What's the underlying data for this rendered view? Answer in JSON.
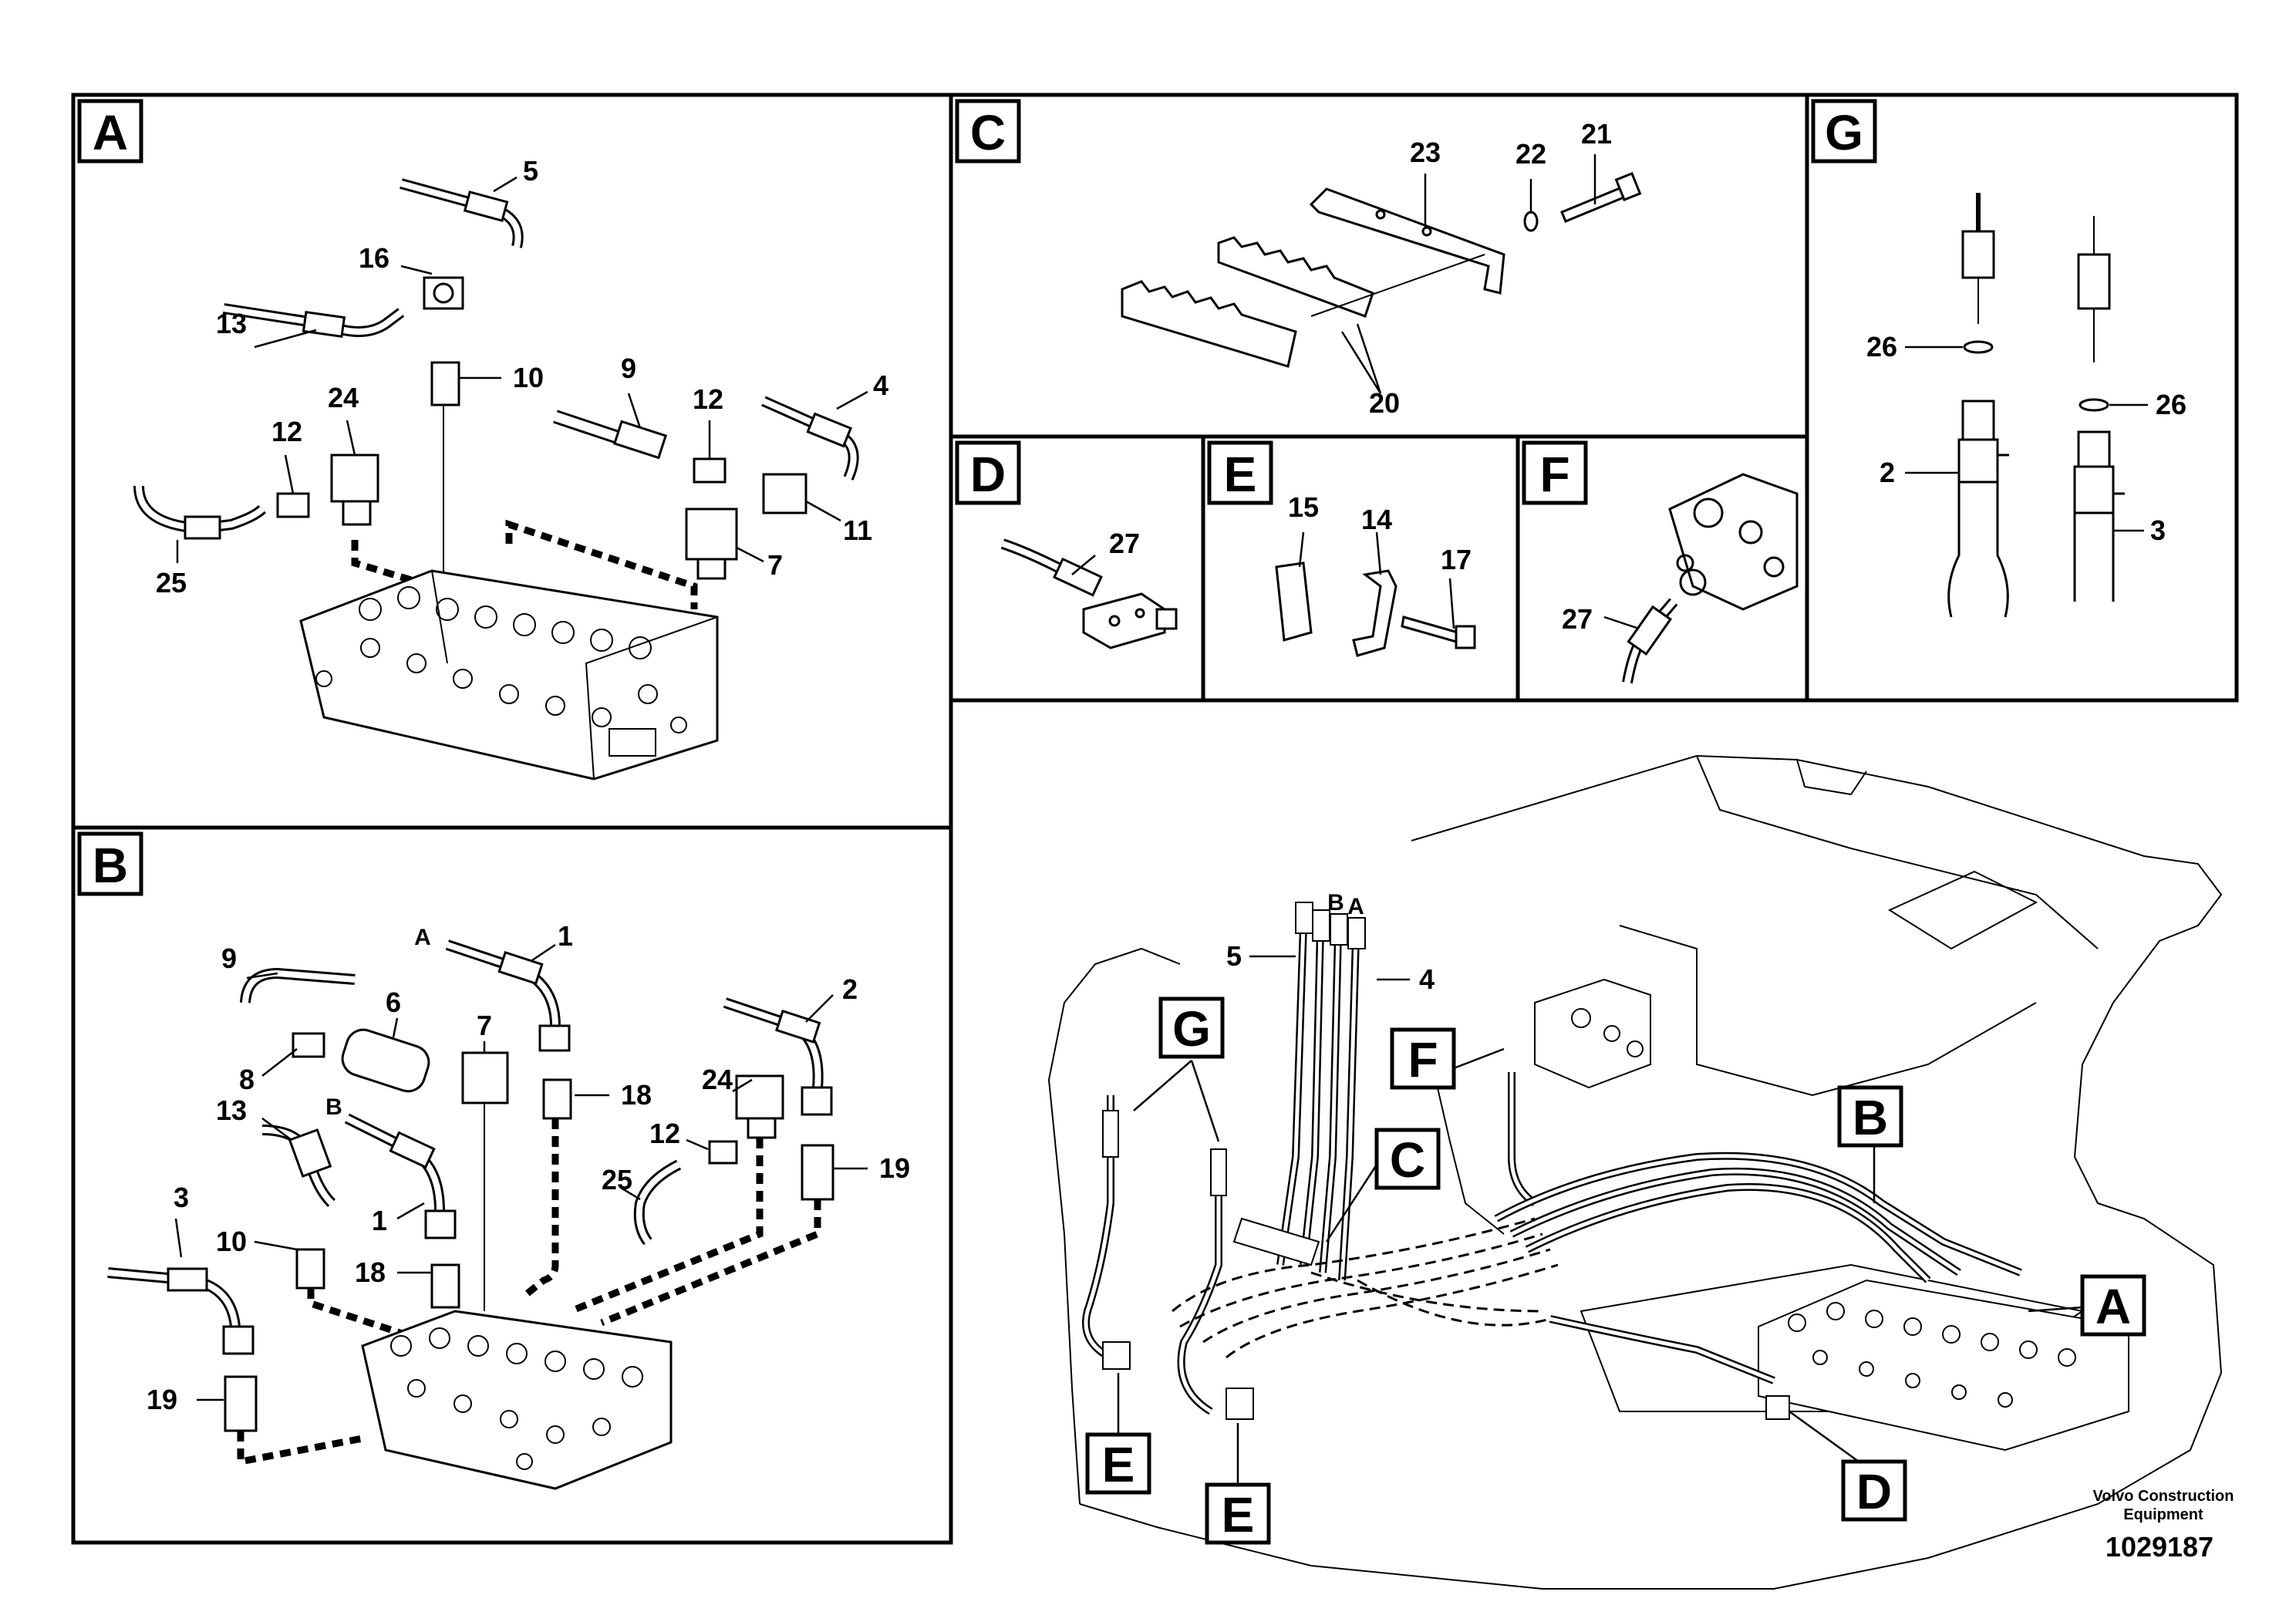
{
  "panels": {
    "A": {
      "letter": "A",
      "callouts": [
        "5",
        "16",
        "13",
        "10",
        "9",
        "12",
        "4",
        "24",
        "12",
        "25",
        "7",
        "11"
      ]
    },
    "B": {
      "letter": "B",
      "callouts": [
        "1",
        "9",
        "6",
        "8",
        "7",
        "2",
        "13",
        "1",
        "24",
        "12",
        "18",
        "25",
        "19",
        "3",
        "10",
        "18",
        "19"
      ],
      "hose_ends": [
        "A",
        "B"
      ]
    },
    "C": {
      "letter": "C",
      "callouts": [
        "23",
        "22",
        "21",
        "20"
      ]
    },
    "D": {
      "letter": "D",
      "callouts": [
        "27"
      ]
    },
    "E": {
      "letter": "E",
      "callouts": [
        "15",
        "14",
        "17"
      ]
    },
    "F": {
      "letter": "F",
      "callouts": [
        "27"
      ]
    },
    "G": {
      "letter": "G",
      "callouts": [
        "26",
        "26",
        "2",
        "3"
      ]
    }
  },
  "main_view": {
    "callouts": [
      "5",
      "4"
    ],
    "hose_ends": [
      "B",
      "A"
    ],
    "detail_refs": [
      "G",
      "F",
      "C",
      "B",
      "A",
      "E",
      "E",
      "D"
    ]
  },
  "footer": {
    "brand_line1": "Volvo Construction",
    "brand_line2": "Equipment",
    "drawing_number": "1029187"
  }
}
